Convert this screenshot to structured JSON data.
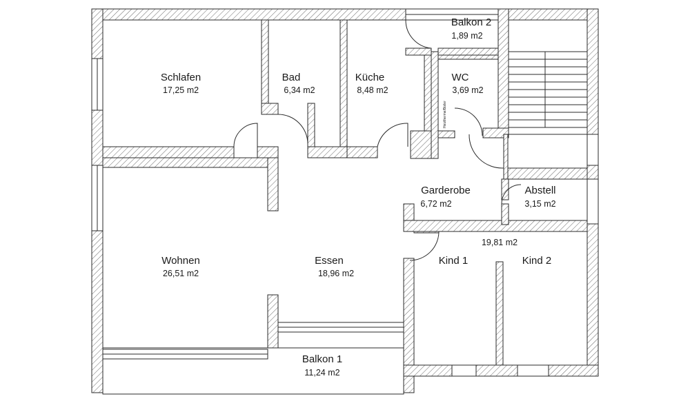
{
  "plan": {
    "rooms": [
      {
        "key": "schlafen",
        "name": "Schlafen",
        "area": "17,25 m2"
      },
      {
        "key": "bad",
        "name": "Bad",
        "area": "6,34 m2"
      },
      {
        "key": "kueche",
        "name": "Küche",
        "area": "8,48 m2"
      },
      {
        "key": "balkon2",
        "name": "Balkon 2",
        "area": "1,89 m2"
      },
      {
        "key": "wc",
        "name": "WC",
        "area": "3,69 m2"
      },
      {
        "key": "garderobe",
        "name": "Garderobe",
        "area": "6,72 m2"
      },
      {
        "key": "abstell",
        "name": "Abstell",
        "area": "3,15 m2"
      },
      {
        "key": "flur",
        "name": "",
        "area": "19,81 m2"
      },
      {
        "key": "wohnen",
        "name": "Wohnen",
        "area": "26,51 m2"
      },
      {
        "key": "essen",
        "name": "Essen",
        "area": "18,96 m2"
      },
      {
        "key": "kind1",
        "name": "Kind 1",
        "area": ""
      },
      {
        "key": "kind2",
        "name": "Kind 2",
        "area": ""
      },
      {
        "key": "balkon1",
        "name": "Balkon 1",
        "area": "11,24 m2"
      }
    ],
    "fixture_label": "Heiztherme/Boiler",
    "colors": {
      "wall": "#2a2a2a",
      "background": "#ffffff"
    }
  }
}
